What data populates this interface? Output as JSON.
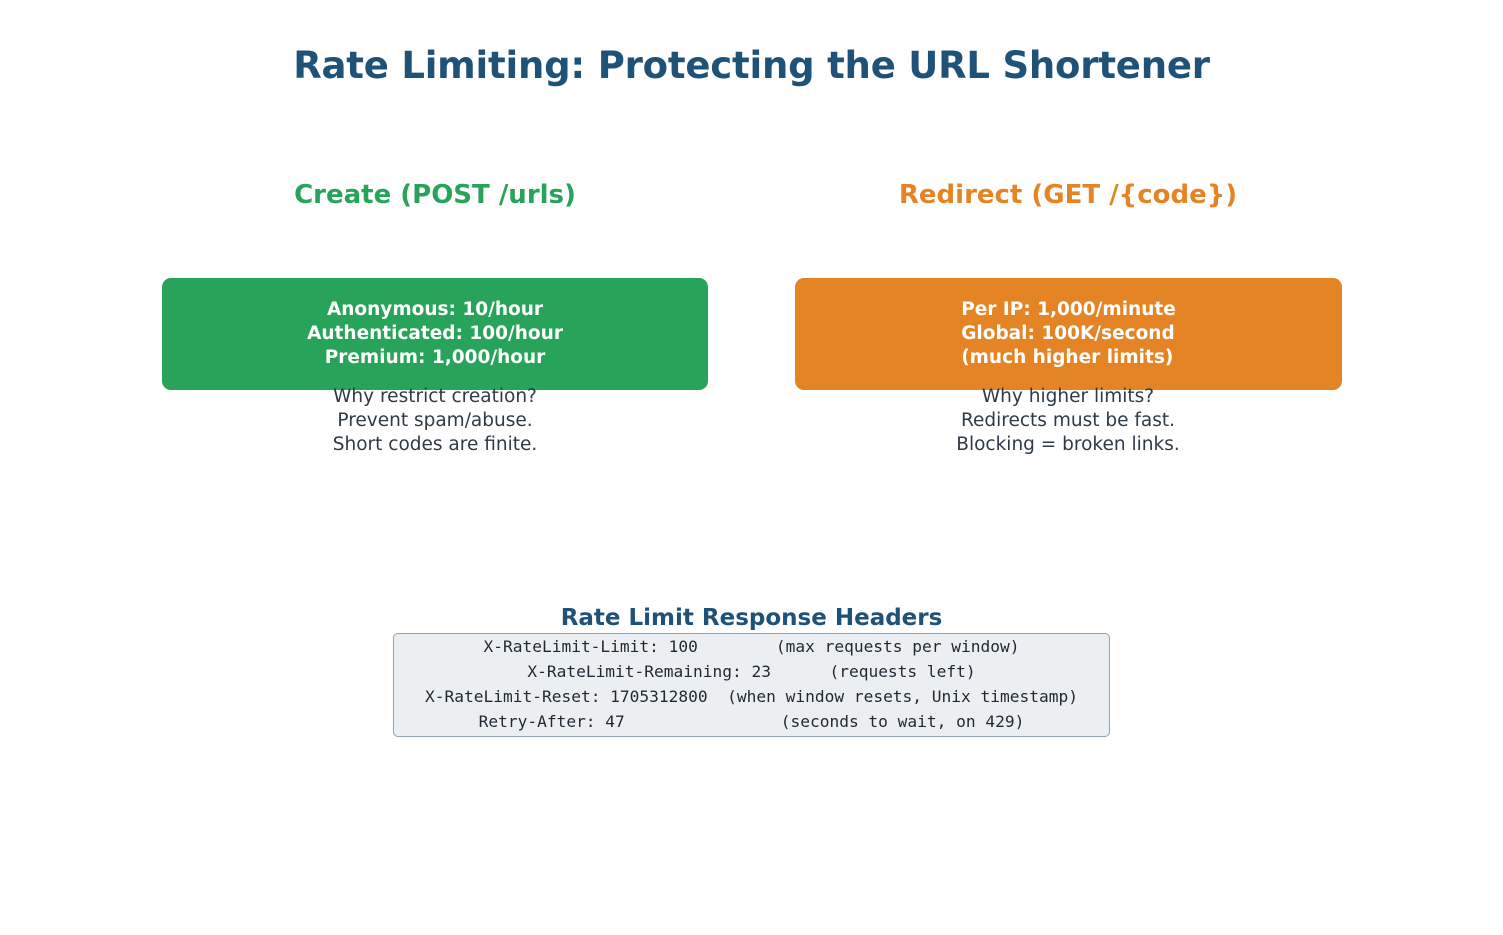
{
  "title": "Rate Limiting: Protecting the URL Shortener",
  "colors": {
    "title": "#1f5278",
    "create_accent": "#27a35a",
    "redirect_accent": "#e58425",
    "body_text": "#2f3a47",
    "code_bg": "#eceff1",
    "code_border": "#90a4ae"
  },
  "columns": {
    "create": {
      "heading": "Create (POST /urls)",
      "limits_lines": [
        "Anonymous: 10/hour",
        "Authenticated: 100/hour",
        "Premium: 1,000/hour"
      ],
      "limits_text": "Anonymous: 10/hour\nAuthenticated: 100/hour\nPremium: 1,000/hour",
      "rationale_lines": [
        "Why restrict creation?",
        "Prevent spam/abuse.",
        "Short codes are finite."
      ],
      "rationale_text": "Why restrict creation?\nPrevent spam/abuse.\nShort codes are finite."
    },
    "redirect": {
      "heading": "Redirect (GET /{code})",
      "limits_lines": [
        "Per IP: 1,000/minute",
        "Global: 100K/second",
        "(much higher limits)"
      ],
      "limits_text": "Per IP: 1,000/minute\nGlobal: 100K/second\n(much higher limits)",
      "rationale_lines": [
        "Why higher limits?",
        "Redirects must be fast.",
        "Blocking = broken links."
      ],
      "rationale_text": "Why higher limits?\nRedirects must be fast.\nBlocking = broken links."
    }
  },
  "headers_section": {
    "title": "Rate Limit Response Headers",
    "rows": [
      {
        "header": "X-RateLimit-Limit: 100",
        "note": "(max requests per window)"
      },
      {
        "header": "X-RateLimit-Remaining: 23",
        "note": "(requests left)"
      },
      {
        "header": "X-RateLimit-Reset: 1705312800",
        "note": "(when window resets, Unix timestamp)"
      },
      {
        "header": "Retry-After: 47",
        "note": "(seconds to wait, on 429)"
      }
    ],
    "code_text": "X-RateLimit-Limit: 100        (max requests per window)\nX-RateLimit-Remaining: 23      (requests left)\nX-RateLimit-Reset: 1705312800  (when window resets, Unix timestamp)\nRetry-After: 47                (seconds to wait, on 429)"
  }
}
